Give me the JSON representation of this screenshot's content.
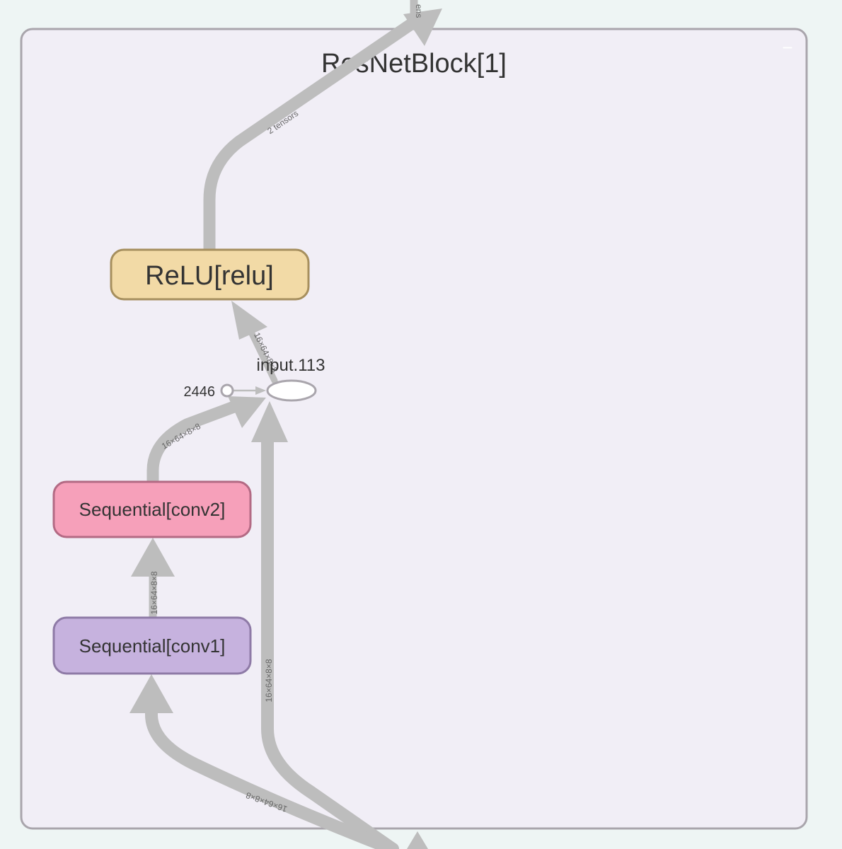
{
  "scope": {
    "title": "ResNetBlock[1]",
    "collapse_symbol": "−"
  },
  "nodes": {
    "relu": "ReLU[relu]",
    "conv2": "Sequential[conv2]",
    "conv1": "Sequential[conv1]",
    "op_name": "input.113",
    "const_label": "2446"
  },
  "edges": {
    "top_partial": "ens",
    "out": "2 tensors",
    "op_to_relu": "16×64×8×8",
    "conv2_to_op": "16×64×8×8",
    "conv1_to_conv2": "16×64×8×8",
    "skip": "16×64×8×8",
    "input_to_conv1": "16×64×8×8"
  },
  "colors": {
    "background": "#eef5f4",
    "scope_fill": "#f1eef6",
    "scope_border": "#a9a5ac",
    "edge": "#bdbdbd",
    "relu_fill": "#f2daa6",
    "relu_border": "#a68f5e",
    "conv2_fill": "#f6a0ba",
    "conv2_border": "#b36a84",
    "conv1_fill": "#c6b2de",
    "conv1_border": "#8e7aa6"
  }
}
